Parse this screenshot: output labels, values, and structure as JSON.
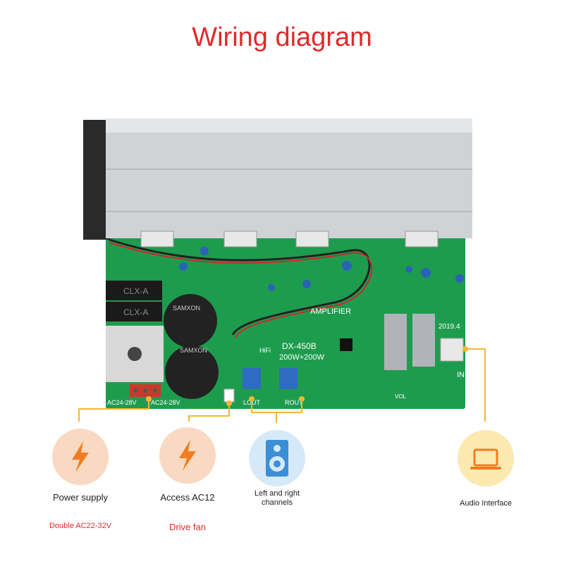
{
  "title": "Wiring diagram",
  "board": {
    "bridge_label": "CLX-A",
    "model": "DX-450B",
    "power_rating": "200W+200W",
    "amp_text": "AMPLIFIER",
    "date_text": "2019.4",
    "cap_brand": "SAMXON",
    "ac_left": "AC24-28V",
    "ac_right": "AC24-28V",
    "lout": "LOUT",
    "rout": "ROUT",
    "in_label": "IN",
    "vol_label": "VOL",
    "hifi": "HiFi"
  },
  "features": [
    {
      "icon": "lightning-icon",
      "label": "Power supply",
      "note": "Double AC22-32V"
    },
    {
      "icon": "lightning-icon",
      "label": "Access AC12",
      "note": "Drive fan"
    },
    {
      "icon": "speaker-icon",
      "label": "Left and right channels",
      "note": ""
    },
    {
      "icon": "laptop-icon",
      "label": "Audio Interface",
      "note": ""
    }
  ],
  "colors": {
    "title": "#e02a2a",
    "pcb": "#1e9c4e",
    "connector_line": "#f2b733",
    "icon_orange": "#f07d22",
    "icon_blue": "#3b8fd6"
  }
}
